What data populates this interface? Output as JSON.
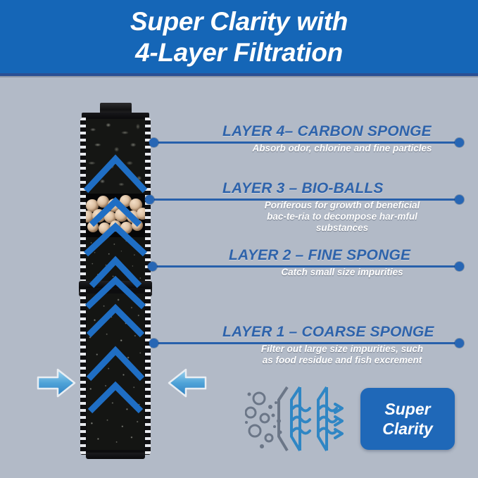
{
  "header": {
    "title_line1": "Super Clarity with",
    "title_line2": "4-Layer Filtration",
    "background_color": "#1566b7",
    "text_color": "#ffffff"
  },
  "page": {
    "background_color": "#b2bac7",
    "accent_blue": "#2766b4",
    "title_blue": "#2e63ab"
  },
  "product": {
    "name": "4-layer-filter-cartridge",
    "sections": [
      {
        "name": "carbon-sponge-layer",
        "material": "carbon sponge"
      },
      {
        "name": "bio-balls-layer",
        "material": "bio-balls"
      },
      {
        "name": "fine-sponge-layer",
        "material": "fine sponge"
      },
      {
        "name": "coarse-sponge-layer",
        "material": "coarse sponge"
      }
    ],
    "flow_arrows": {
      "left": "arrow-right-icon",
      "right": "arrow-left-icon"
    }
  },
  "callouts": [
    {
      "id": "layer-4",
      "title": "LAYER 4– CARBON SPONGE",
      "description": [
        "Absorb odor, chlorine and fine particles"
      ]
    },
    {
      "id": "layer-3",
      "title": "LAYER 3 – BIO-BALLS",
      "description": [
        "Poriferous for growth of beneficial",
        "bac-te-ria to decompose har-mful",
        "substances"
      ]
    },
    {
      "id": "layer-2",
      "title": "LAYER 2 – FINE SPONGE",
      "description": [
        "Catch small size impurities"
      ]
    },
    {
      "id": "layer-1",
      "title": "LAYER 1 – COARSE SPONGE",
      "description": [
        "Filter out large size impurities, such",
        "as food residue and fish excrement"
      ]
    }
  ],
  "bottom": {
    "icon_name": "water-filtration-icon",
    "badge_line1": "Super",
    "badge_line2": "Clarity",
    "badge_color": "#1f68b8"
  }
}
